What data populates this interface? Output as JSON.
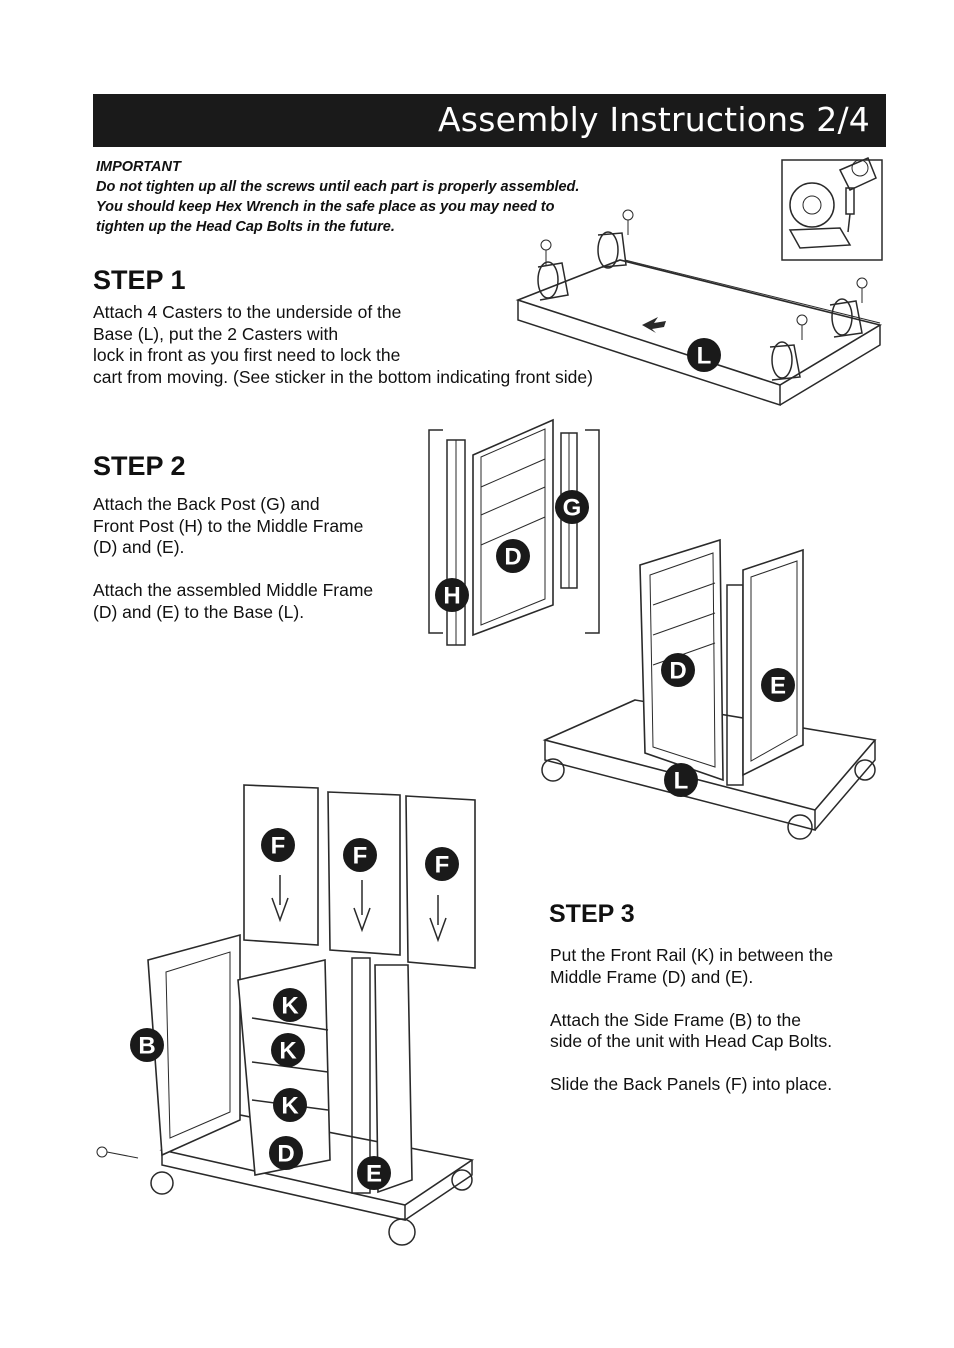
{
  "header": {
    "title": "Assembly Instructions 2/4"
  },
  "important": {
    "heading": "IMPORTANT",
    "lines": [
      "Do not tighten up all the screws until each part is properly assembled.",
      "You should keep Hex Wrench in the safe place as you may need to",
      "tighten up the Head Cap Bolts in the future."
    ]
  },
  "step1": {
    "heading": "STEP 1",
    "lines": [
      "Attach 4 Casters to the underside of the",
      "Base (L), put the 2 Casters with",
      "lock in front as you first need to lock the",
      "cart from moving. (See sticker in the bottom indicating front side)"
    ]
  },
  "step2": {
    "heading": "STEP 2",
    "para1": [
      "Attach the Back Post (G) and",
      "Front Post (H) to the Middle Frame",
      "(D) and (E)."
    ],
    "para2": [
      "Attach the assembled Middle Frame",
      "(D) and (E) to the Base (L)."
    ]
  },
  "step3": {
    "heading": "STEP 3",
    "para1": [
      "Put the Front Rail (K) in between the",
      "Middle Frame (D) and (E)."
    ],
    "para2": [
      "Attach the Side Frame (B) to the",
      "side of the unit with Head Cap Bolts."
    ],
    "para3": [
      "Slide the Back Panels (F) into place."
    ]
  },
  "part_labels": {
    "L": "L",
    "G": "G",
    "D": "D",
    "H": "H",
    "E": "E",
    "F": "F",
    "K": "K",
    "B": "B"
  }
}
